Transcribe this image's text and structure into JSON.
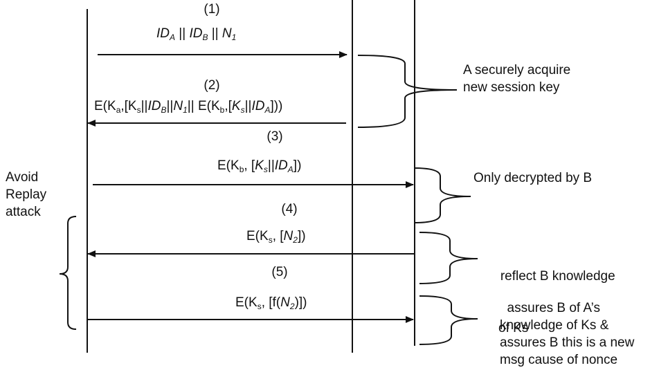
{
  "messages": [
    {
      "step": "(1)"
    },
    {
      "step": "(2)"
    },
    {
      "step": "(3)"
    },
    {
      "step": "(4)"
    },
    {
      "step": "(5)"
    }
  ],
  "formula": {
    "m1": {
      "id": "ID",
      "a": "A",
      "sep": " || ",
      "b": "B",
      "n": "N",
      "n_sub": "1"
    },
    "m2": {
      "p1": "E(K",
      "a": "a",
      "p2": ",[K",
      "s": "s",
      "p3": "||",
      "id": "ID",
      "b": "B",
      "p4": "||",
      "n": "N",
      "one": "1",
      "p5": "|| E(K",
      "kb": "b",
      "p6": ",[",
      "k": "K",
      "s2": "s",
      "p7": "||",
      "id2": "ID",
      "a2": "A",
      "p8": "]))"
    },
    "m3": {
      "p1": "E(K",
      "b": "b",
      "p2": ", [",
      "k": "K",
      "s": "s",
      "p3": "||",
      "id": "ID",
      "a": "A",
      "p4": "])"
    },
    "m4": {
      "p1": "E(K",
      "s": "s",
      "p2": ",  [",
      "n": "N",
      "two": "2",
      "p3": "])"
    },
    "m5": {
      "p1": "E(K",
      "s": "s",
      "p2": ", [f(",
      "n": "N",
      "two": "2",
      "p3": ")])"
    }
  },
  "annotations": {
    "secure_key": [
      "A  securely acquire",
      "new session key"
    ],
    "only_b": [
      "Only decrypted by B"
    ],
    "reflect": [
      "   reflect B knowledge",
      "of Ks"
    ],
    "assures": [
      "  assures B of A’s",
      "knowledge of Ks &",
      "assures B this is a new",
      "msg cause of nonce"
    ],
    "replay": [
      "Avoid",
      "Replay",
      "attack"
    ]
  }
}
